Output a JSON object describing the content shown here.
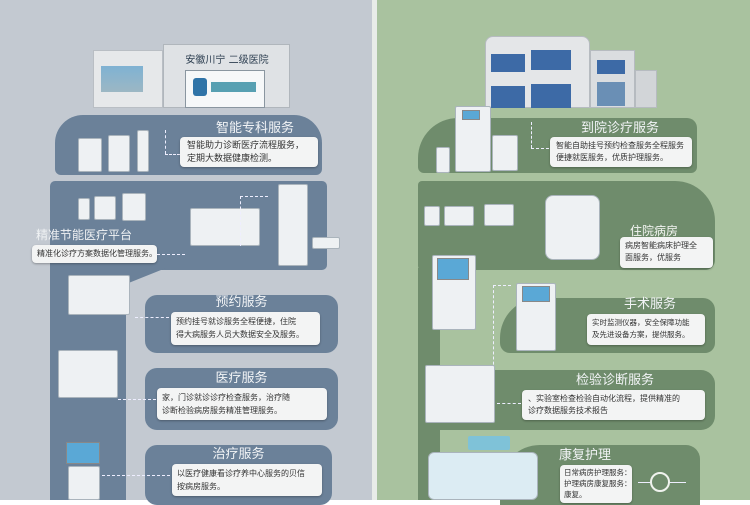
{
  "left": {
    "building_sign": "安徽川宁 二级医院",
    "sections": [
      {
        "title": "智能专科服务",
        "text": [
          "智能助力诊断医疗流程服务，",
          "定期大数据健康检测。"
        ]
      },
      {
        "title": "精准节能医疗平台",
        "text": [
          "精准化诊疗方案数据化管理服务。"
        ]
      },
      {
        "title": "预约服务",
        "text": [
          "预约挂号就诊服务全程便捷，住院",
          "得大病服务人员大数据安全及服务。"
        ]
      },
      {
        "title": "医疗服务",
        "text": [
          "家，门诊就诊诊疗检查服务，治疗随",
          "诊断检验病房服务精准管理服务。"
        ]
      },
      {
        "title": "治疗服务",
        "text": [
          "以医疗健康看诊疗养中心服务的贝信",
          "按病房服务。"
        ]
      }
    ]
  },
  "right": {
    "sections": [
      {
        "title": "到院诊疗服务",
        "text": [
          "智能自助挂号预约检查服务全程服务",
          "便捷就医服务，优质护理服务。"
        ]
      },
      {
        "title": "住院病房",
        "text": [
          "病房智能病床护理全",
          "面服务，优服务"
        ]
      },
      {
        "title": "手术服务",
        "text": [
          "实时监测仪器，安全保障功能",
          "及先进设备方案，提供服务。"
        ]
      },
      {
        "title": "检验诊断服务",
        "text": [
          "、实验室检查检验自动化流程，提供精准的",
          "诊疗数据服务技术报告"
        ]
      },
      {
        "title": "康复护理",
        "text": [
          "日常病房护理服务：",
          "护理病房康复服务：",
          "康复。"
        ]
      }
    ]
  },
  "colors": {
    "left_bg": "#c3c9d1",
    "left_band": "#6b8199",
    "right_bg": "#a9c29f",
    "right_band": "#6f8c6c"
  }
}
